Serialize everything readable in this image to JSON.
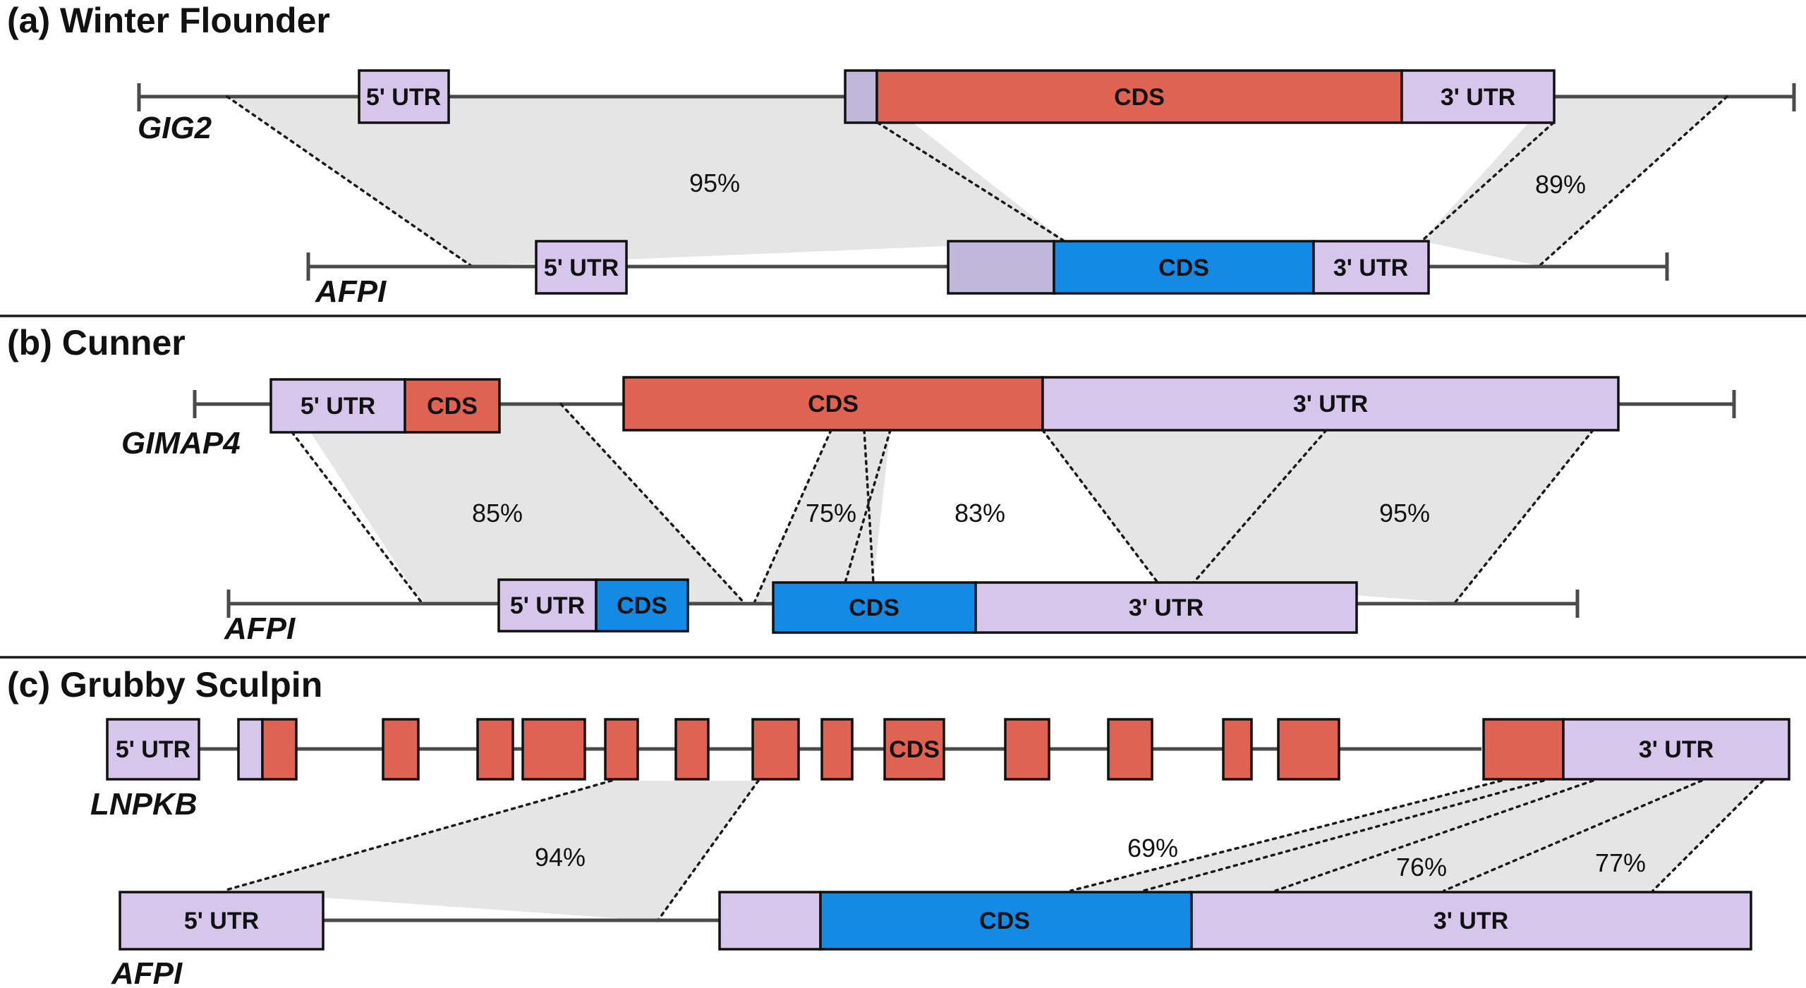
{
  "colors": {
    "utr": "#d7c6ec",
    "cds_red": "#e06253",
    "cds_blue": "#138ae4",
    "linker": "#bfb8db",
    "shade": "#e5e5e5"
  },
  "panels": [
    {
      "id": "a",
      "title": "(a) Winter Flounder",
      "top_gene": "GIG2",
      "bottom_gene": "AFPI",
      "top_segments": [
        {
          "type": "utr",
          "label": "5' UTR"
        },
        {
          "type": "linker",
          "label": ""
        },
        {
          "type": "cds_red",
          "label": "CDS"
        },
        {
          "type": "utr",
          "label": "3' UTR"
        }
      ],
      "bottom_segments": [
        {
          "type": "utr",
          "label": "5' UTR"
        },
        {
          "type": "linker",
          "label": ""
        },
        {
          "type": "cds_blue",
          "label": "CDS"
        },
        {
          "type": "utr",
          "label": "3' UTR"
        }
      ],
      "identities": [
        "95%",
        "89%"
      ]
    },
    {
      "id": "b",
      "title": "(b) Cunner",
      "top_gene": "GIMAP4",
      "bottom_gene": "AFPI",
      "top_segments": [
        {
          "type": "utr",
          "label": "5' UTR"
        },
        {
          "type": "cds_red",
          "label": "CDS"
        },
        {
          "type": "cds_red",
          "label": "CDS"
        },
        {
          "type": "utr",
          "label": "3' UTR"
        }
      ],
      "bottom_segments": [
        {
          "type": "utr",
          "label": "5' UTR"
        },
        {
          "type": "cds_blue",
          "label": "CDS"
        },
        {
          "type": "cds_blue",
          "label": "CDS"
        },
        {
          "type": "utr",
          "label": "3' UTR"
        }
      ],
      "identities": [
        "85%",
        "75%",
        "83%",
        "95%"
      ]
    },
    {
      "id": "c",
      "title": "(c) Grubby Sculpin",
      "top_gene": "LNPKB",
      "bottom_gene": "AFPI",
      "top_segments": [
        {
          "type": "utr",
          "label": "5' UTR"
        },
        {
          "type": "utr",
          "label": ""
        },
        {
          "type": "cds_red",
          "label": ""
        },
        {
          "type": "cds_red",
          "label": ""
        },
        {
          "type": "cds_red",
          "label": ""
        },
        {
          "type": "cds_red",
          "label": ""
        },
        {
          "type": "cds_red",
          "label": ""
        },
        {
          "type": "cds_red",
          "label": ""
        },
        {
          "type": "cds_red",
          "label": ""
        },
        {
          "type": "cds_red",
          "label": ""
        },
        {
          "type": "cds_red",
          "label": "CDS"
        },
        {
          "type": "cds_red",
          "label": ""
        },
        {
          "type": "cds_red",
          "label": ""
        },
        {
          "type": "cds_red",
          "label": ""
        },
        {
          "type": "cds_red",
          "label": ""
        },
        {
          "type": "cds_red",
          "label": ""
        },
        {
          "type": "utr",
          "label": "3' UTR"
        }
      ],
      "bottom_segments": [
        {
          "type": "utr",
          "label": "5' UTR"
        },
        {
          "type": "utr",
          "label": ""
        },
        {
          "type": "cds_blue",
          "label": "CDS"
        },
        {
          "type": "utr",
          "label": "3' UTR"
        }
      ],
      "identities": [
        "94%",
        "69%",
        "76%",
        "77%"
      ]
    }
  ]
}
